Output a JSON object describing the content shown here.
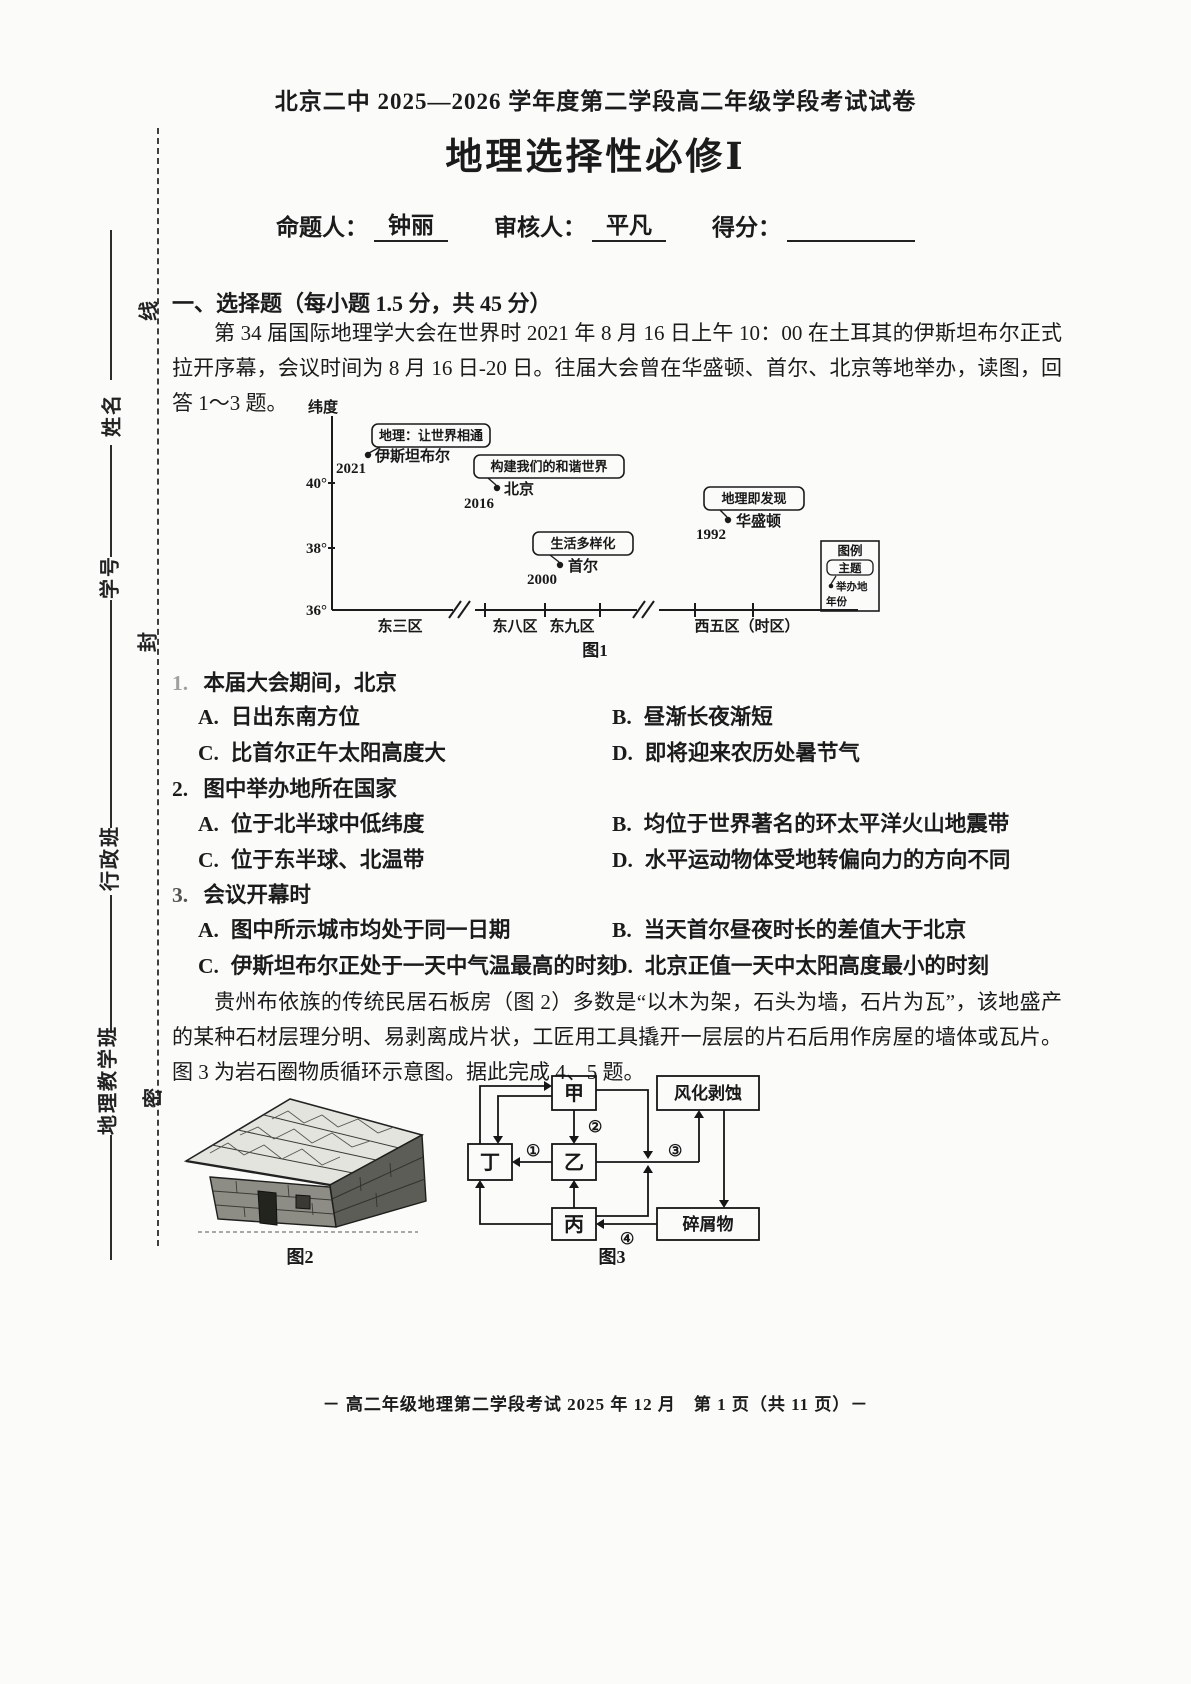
{
  "page": {
    "header": "北京二中 2025—2026 学年度第二学段高二年级学段考试试卷",
    "title": "地理选择性必修Ⅰ",
    "meta": {
      "setter_label": "命题人：",
      "setter_name": "钟丽",
      "reviewer_label": "审核人：",
      "reviewer_name": "平凡",
      "score_label": "得分："
    },
    "footer": "－ 高二年级地理第二学段考试 2025 年 12 月　第 1 页（共 11 页）－"
  },
  "seal_margin": {
    "xian": "线",
    "feng": "封",
    "mi": "密",
    "name_label": "姓名",
    "student_id_label": "学号",
    "admin_class_label": "行政班",
    "geo_class_label": "地理教学班"
  },
  "section": {
    "heading": "一、选择题（每小题 1.5 分，共 45 分）",
    "intro1": "第 34 届国际地理学大会在世界时 2021 年 8 月 16 日上午 10：00 在土耳其的伊斯坦布尔正式拉开序幕，会议时间为 8 月 16 日-20 日。往届大会曾在华盛顿、首尔、北京等地举办，读图，回答 1～3 题。",
    "intro2": "贵州布依族的传统民居石板房（图 2）多数是“以木为架，石头为墙，石片为瓦”，该地盛产的某种石材层理分明、易剥离成片状，工匠用工具撬开一层层的片石后用作房屋的墙体或瓦片。图 3 为岩石圈物质循环示意图。据此完成 4、5 题。"
  },
  "questions": [
    {
      "num": "1.",
      "stem": "本届大会期间，北京",
      "options": [
        {
          "label": "A.",
          "text": "日出东南方位"
        },
        {
          "label": "B.",
          "text": "昼渐长夜渐短"
        },
        {
          "label": "C.",
          "text": "比首尔正午太阳高度大"
        },
        {
          "label": "D.",
          "text": "即将迎来农历处暑节气"
        }
      ]
    },
    {
      "num": "2.",
      "stem": "图中举办地所在国家",
      "options": [
        {
          "label": "A.",
          "text": "位于北半球中低纬度"
        },
        {
          "label": "B.",
          "text": "均位于世界著名的环太平洋火山地震带"
        },
        {
          "label": "C.",
          "text": "位于东半球、北温带"
        },
        {
          "label": "D.",
          "text": "水平运动物体受地转偏向力的方向不同"
        }
      ]
    },
    {
      "num": "3.",
      "stem": "会议开幕时",
      "options": [
        {
          "label": "A.",
          "text": "图中所示城市均处于同一日期"
        },
        {
          "label": "B.",
          "text": "当天首尔昼夜时长的差值大于北京"
        },
        {
          "label": "C.",
          "text": "伊斯坦布尔正处于一天中气温最高的时刻"
        },
        {
          "label": "D.",
          "text": "北京正值一天中太阳高度最小的时刻"
        }
      ]
    }
  ],
  "chart_data": {
    "type": "scatter",
    "title": "图1",
    "ylabel": "纬度",
    "yticks": [
      "40°",
      "38°",
      "36°"
    ],
    "x_axis_zones": [
      "东三区",
      "东八区",
      "东九区",
      "西五区（时区）"
    ],
    "points": [
      {
        "city": "伊斯坦布尔",
        "year": "2021",
        "theme": "地理：让世界相通",
        "zone": "东三区",
        "lat": "约41°"
      },
      {
        "city": "北京",
        "year": "2016",
        "theme": "构建我们的和谐世界",
        "zone": "东八区",
        "lat": "约40°"
      },
      {
        "city": "首尔",
        "year": "2000",
        "theme": "生活多样化",
        "zone": "东九区",
        "lat": "约37.5°"
      },
      {
        "city": "华盛顿",
        "year": "1992",
        "theme": "地理即发现",
        "zone": "西五区",
        "lat": "约39°"
      }
    ],
    "legend": {
      "title": "图例",
      "theme_label": "主题",
      "host_label": "举办地",
      "year_label": "年份"
    }
  },
  "figure2": {
    "caption": "图2"
  },
  "figure3": {
    "caption": "图3",
    "boxes": {
      "jia": "甲",
      "yi": "乙",
      "bing": "丙",
      "ding": "丁",
      "weathering": "风化剥蚀",
      "debris": "碎屑物"
    },
    "arrows": {
      "a1": "①",
      "a2": "②",
      "a3": "③",
      "a4": "④"
    }
  }
}
